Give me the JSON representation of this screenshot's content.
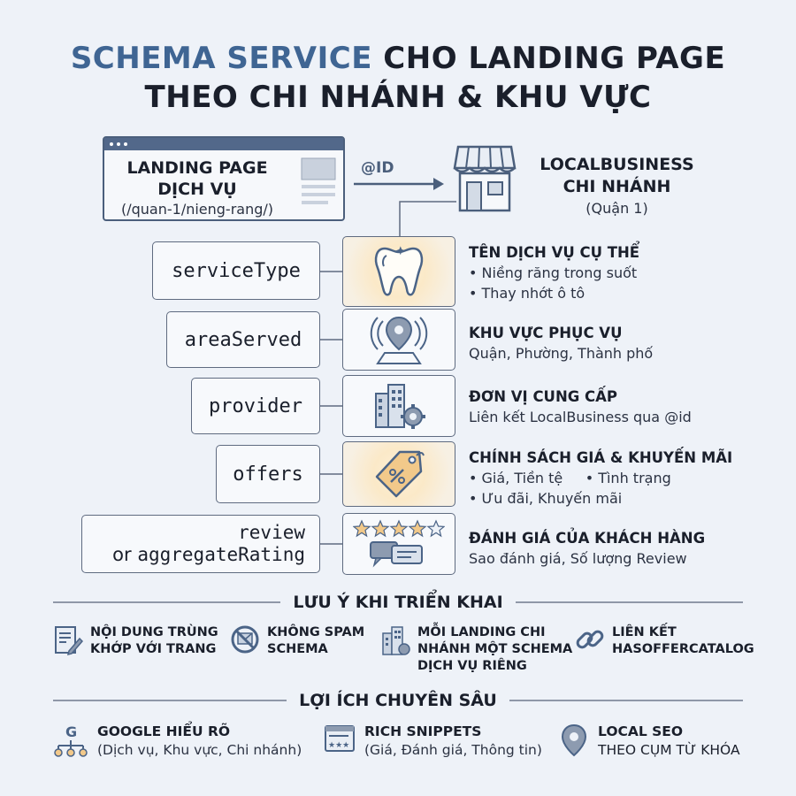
{
  "title": {
    "line1_accent": "SCHEMA SERVICE",
    "line1_rest": " CHO LANDING PAGE",
    "line2": "THEO CHI NHÁNH & KHU VỰC"
  },
  "landing": {
    "title_l1": "LANDING PAGE",
    "title_l2": "DỊCH VỤ",
    "path": "(/quan-1/nieng-rang/)"
  },
  "link_label": "@ID",
  "localbusiness": {
    "title_l1": "LOCALBUSINESS",
    "title_l2": "CHI NHÁNH",
    "sub": "(Quận 1)"
  },
  "properties": [
    {
      "key": "serviceType",
      "icon": "tooth-icon",
      "heading": "TÊN DỊCH VỤ CỤ THỂ",
      "lines": [
        "• Niềng răng trong suốt",
        "• Thay nhớt ô tô"
      ]
    },
    {
      "key": "areaServed",
      "icon": "map-pin-icon",
      "heading": "KHU VỰC PHỤC VỤ",
      "lines": [
        "Quận, Phường, Thành phố"
      ]
    },
    {
      "key": "provider",
      "icon": "building-gear-icon",
      "heading": "ĐƠN VỊ CUNG CẤP",
      "lines": [
        "Liên kết LocalBusiness qua @id"
      ]
    },
    {
      "key": "offers",
      "icon": "price-tag-icon",
      "heading": "CHÍNH SÁCH GIÁ & KHUYẾN MÃI",
      "lines": [
        "• Giá, Tiền tệ     • Tình trạng",
        "• Ưu đãi, Khuyến mãi"
      ]
    },
    {
      "key_l1": "review",
      "key_or": "or ",
      "key_l2": "aggregateRating",
      "icon": "stars-chat-icon",
      "heading": "ĐÁNH GIÁ CỦA KHÁCH HÀNG",
      "lines": [
        "Sao đánh giá, Số lượng Review"
      ]
    }
  ],
  "notes_section": {
    "heading": "LƯU Ý KHI TRIỂN KHAI",
    "items": [
      {
        "icon": "document-edit-icon",
        "l1": "NỘI DUNG TRÙNG",
        "l2": "KHỚP VỚI TRANG",
        "l3": ""
      },
      {
        "icon": "no-spam-icon",
        "l1": "KHÔNG SPAM",
        "l2": "SCHEMA",
        "l3": ""
      },
      {
        "icon": "branch-building-icon",
        "l1": "MỖI LANDING CHI",
        "l2": "NHÁNH MỘT SCHEMA",
        "l3": "DỊCH VỤ RIÊNG"
      },
      {
        "icon": "chain-link-icon",
        "l1": "LIÊN KẾT",
        "l2": "HASOFFERCATALOG",
        "l3": ""
      }
    ]
  },
  "benefits_section": {
    "heading": "LỢI ÍCH CHUYÊN SÂU",
    "items": [
      {
        "icon": "google-network-icon",
        "l1": "GOOGLE HIỂU RÕ",
        "l2": "(Dịch vụ, Khu vực, Chi nhánh)"
      },
      {
        "icon": "rich-snippet-icon",
        "l1": "RICH SNIPPETS",
        "l2": "(Giá, Đánh giá, Thông tin)"
      },
      {
        "icon": "location-pin-icon",
        "l1": "LOCAL SEO",
        "l2": "THEO CỤM TỪ KHÓA"
      }
    ]
  },
  "colors": {
    "accent": "#3f6593",
    "ink": "#1a1f2b",
    "line": "#5f6b80",
    "icon_blue": "#4b6487",
    "icon_warm": "#f2c98a"
  }
}
